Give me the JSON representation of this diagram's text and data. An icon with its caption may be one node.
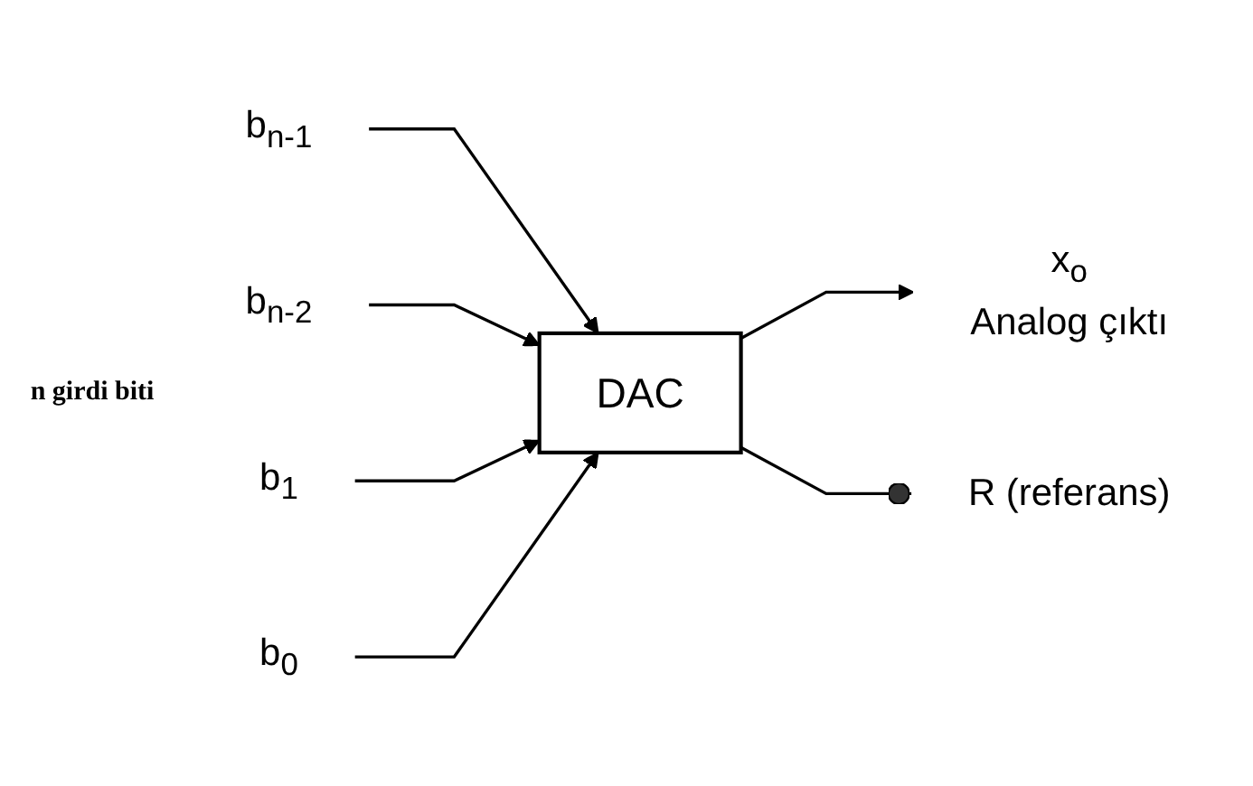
{
  "diagram": {
    "nodes": [
      {
        "text": [
          "b$_{n-1}$"
        ]
      },
      {
        "text": [
          "b$_{n-2}$"
        ]
      },
      {
        "text": [
          "b$_{1}$"
        ]
      },
      {
        "text": [
          "b$_{0}$"
        ]
      },
      {
        "text": [
          "DAC"
        ]
      },
      {
        "text": [
          "x$_{o}$",
          "Analog çıktı"
        ]
      },
      {
        "text": [
          "R (referans)"
        ]
      }
    ],
    "edges": [
      {
        "from": 0,
        "to": 4,
        "arrow": "to"
      },
      {
        "from": 1,
        "to": 4,
        "arrow": "to"
      },
      {
        "from": 2,
        "to": 4,
        "arrow": "to"
      },
      {
        "from": 3,
        "to": 4,
        "arrow": "to"
      },
      {
        "from": 4,
        "to": 5,
        "arrow": "to"
      },
      {
        "from": 4,
        "to": 6,
        "arrow": "other"
      }
    ],
    "labels": [
      "n girdi biti"
    ]
  }
}
